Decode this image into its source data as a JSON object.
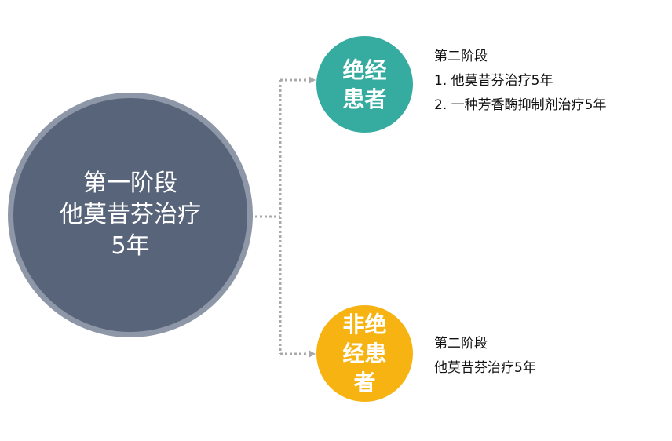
{
  "colors": {
    "main_fill": "#586479",
    "main_ring": "#8e97a7",
    "menopausal": "#36aba0",
    "non_menopausal": "#f6b312",
    "connector": "#a9a9a9"
  },
  "main": {
    "line1": "第一阶段",
    "line2": "他莫昔芬治疗",
    "line3": "5年"
  },
  "branches": [
    {
      "circle_lines": [
        "绝经",
        "患者"
      ],
      "stage_title": "第二阶段",
      "items": [
        "1. 他莫昔芬治疗5年",
        "2. 一种芳香酶抑制剂治疗5年"
      ]
    },
    {
      "circle_lines": [
        "非绝",
        "经患",
        "者"
      ],
      "stage_title": "第二阶段",
      "items": [
        "他莫昔芬治疗5年"
      ]
    }
  ]
}
